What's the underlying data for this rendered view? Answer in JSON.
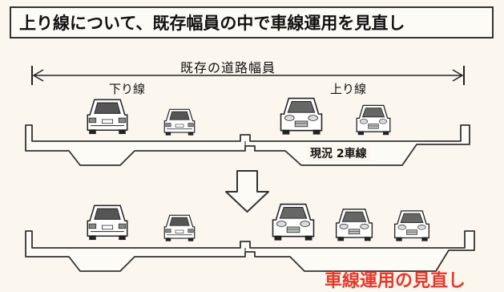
{
  "title": "上り線について、既存幅員の中で車線運用を見直し",
  "labels": {
    "existing_width": "既存の道路幅員",
    "down_line": "下り線",
    "up_line": "上り線",
    "current_state": "現況  2車線",
    "lane_review": "車線運用の見直し"
  },
  "colors": {
    "background": "#fbf6ee",
    "line": "#333333",
    "accent_red": "#e5382a"
  },
  "icons": [
    "width-dimension-arrow-icon",
    "car-rear-icon",
    "car-front-icon",
    "down-arrow-icon"
  ]
}
